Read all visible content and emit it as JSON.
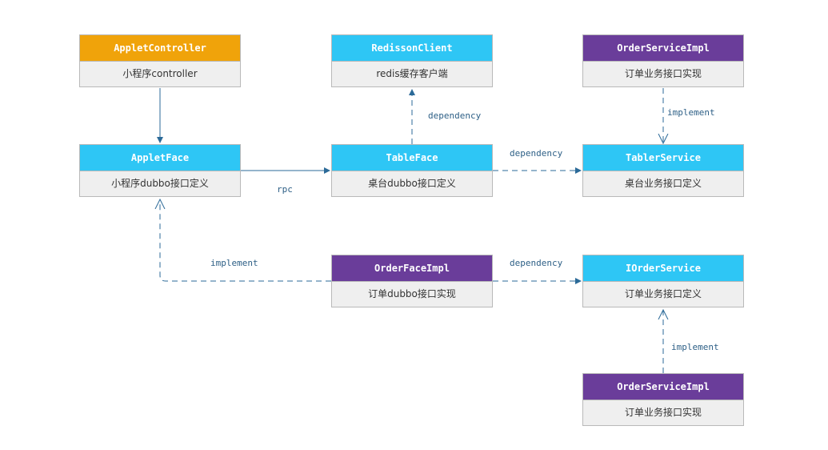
{
  "colors": {
    "orange": "#f0a30a",
    "blue": "#2ec6f5",
    "purple": "#6a3d9a",
    "edge": "#2b6a98"
  },
  "nodes": {
    "applet_controller": {
      "title": "AppletController",
      "subtitle": "小程序controller"
    },
    "redisson_client": {
      "title": "RedissonClient",
      "subtitle": "redis缓存客户端"
    },
    "order_service_impl_top": {
      "title": "OrderServiceImpl",
      "subtitle": "订单业务接口实现"
    },
    "applet_face": {
      "title": "AppletFace",
      "subtitle": "小程序dubbo接口定义"
    },
    "table_face": {
      "title": "TableFace",
      "subtitle": "桌台dubbo接口定义"
    },
    "tabler_service": {
      "title": "TablerService",
      "subtitle": "桌台业务接口定义"
    },
    "order_face_impl": {
      "title": "OrderFaceImpl",
      "subtitle": "订单dubbo接口实现"
    },
    "iorder_service": {
      "title": "IOrderService",
      "subtitle": "订单业务接口定义"
    },
    "order_service_impl_bottom": {
      "title": "OrderServiceImpl",
      "subtitle": "订单业务接口实现"
    }
  },
  "edge_labels": {
    "redis_dependency": "dependency",
    "order_impl_top_implement": "implement",
    "table_dependency": "dependency",
    "rpc": "rpc",
    "applet_implement": "implement",
    "order_face_dependency": "dependency",
    "order_impl_bottom_implement": "implement"
  }
}
